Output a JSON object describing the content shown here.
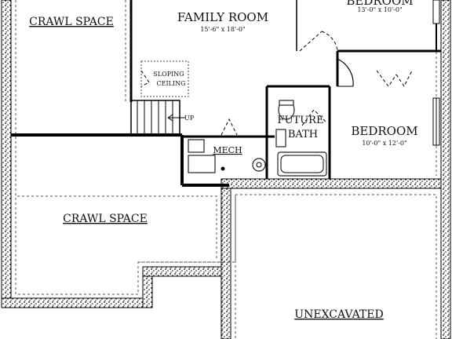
{
  "rooms": {
    "crawl_top": {
      "name": "CRAWL SPACE"
    },
    "family_room": {
      "name": "FAMILY ROOM",
      "dims": "15'-6\" x 18'-0\""
    },
    "bedroom_top": {
      "name": "BEDROOM",
      "dims": "13'-0\" x 10'-0\""
    },
    "bedroom": {
      "name": "BEDROOM",
      "dims": "10'-0\" x 12'-0\""
    },
    "crawl_bottom": {
      "name": "CRAWL SPACE"
    },
    "unexcavated": {
      "name": "UNEXCAVATED"
    },
    "mech": {
      "name": "MECH"
    }
  },
  "labels": {
    "sloping_1": "SLOPING",
    "sloping_2": "CEILING",
    "stair_up": "UP",
    "future": "FUTURE",
    "bath": "BATH"
  }
}
